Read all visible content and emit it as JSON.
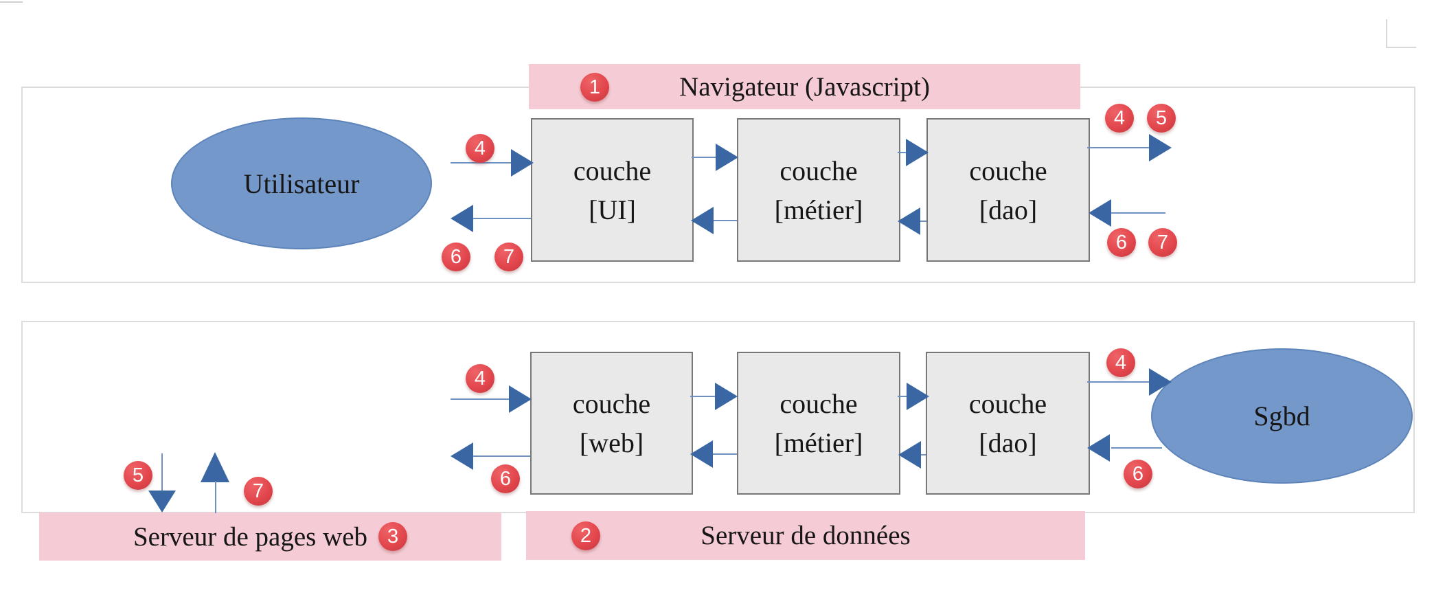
{
  "colors": {
    "banner_pink": "#f5ccd5",
    "badge_red": "#e2474d",
    "arrow_head_blue": "#3a67a4",
    "arrow_line_blue": "#6d92c2",
    "ellipse_blue": "#7598cb",
    "box_gray": "#e9e9e9",
    "box_border": "#777777",
    "band_border": "#dcdcdc",
    "text": "#161616"
  },
  "browser": {
    "banner": "Navigateur (Javascript)",
    "banner_badge": "1",
    "actor": "Utilisateur",
    "boxes": [
      {
        "l1": "couche",
        "l2": "[UI]"
      },
      {
        "l1": "couche",
        "l2": "[métier]"
      },
      {
        "l1": "couche",
        "l2": "[dao]"
      }
    ]
  },
  "server": {
    "data_banner": "Serveur de données",
    "data_badge": "2",
    "pages_banner": "Serveur de pages web",
    "pages_badge": "3",
    "actor": "Sgbd",
    "boxes": [
      {
        "l1": "couche",
        "l2": "[web]"
      },
      {
        "l1": "couche",
        "l2": "[métier]"
      },
      {
        "l1": "couche",
        "l2": "[dao]"
      }
    ]
  },
  "steps": {
    "s4": "4",
    "s5": "5",
    "s6": "6",
    "s7": "7"
  }
}
